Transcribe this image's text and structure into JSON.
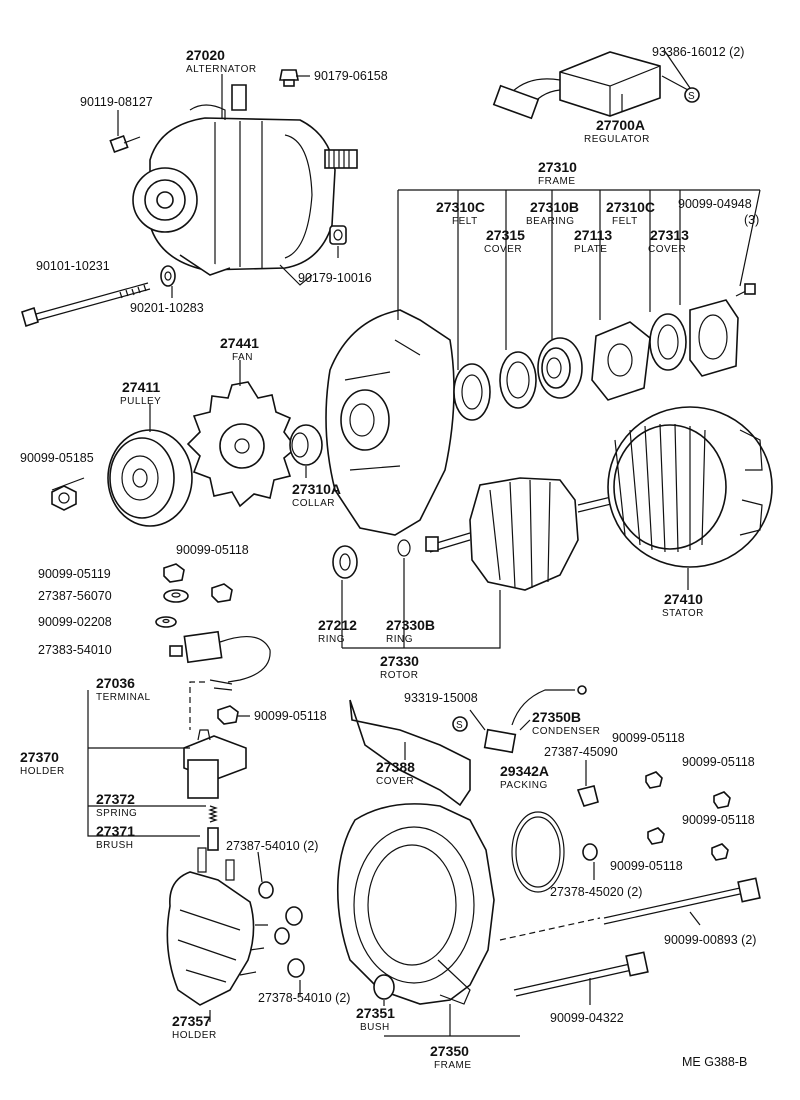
{
  "diagram_code": "ME  G388-B",
  "labels": {
    "alternator": {
      "num": "27020",
      "name": "ALTERNATOR"
    },
    "p90179_06158": {
      "num": "90179-06158"
    },
    "p93386_16012": {
      "num": "93386-16012 (2)"
    },
    "regulator": {
      "num": "27700A",
      "name": "REGULATOR"
    },
    "p90119_08127": {
      "num": "90119-08127"
    },
    "frame_top": {
      "num": "27310",
      "name": "FRAME"
    },
    "felt_a": {
      "num": "27310C",
      "name": "FELT"
    },
    "bearing": {
      "num": "27310B",
      "name": "BEARING"
    },
    "felt_b": {
      "num": "27310C",
      "name": "FELT"
    },
    "p90099_04948": {
      "num": "90099-04948",
      "name": "(3)"
    },
    "cover_a": {
      "num": "27315",
      "name": "COVER"
    },
    "plate": {
      "num": "27113",
      "name": "PLATE"
    },
    "cover_b": {
      "num": "27313",
      "name": "COVER"
    },
    "p90101_10231": {
      "num": "90101-10231"
    },
    "p90179_10016": {
      "num": "90179-10016"
    },
    "p90201_10283": {
      "num": "90201-10283"
    },
    "fan": {
      "num": "27441",
      "name": "FAN"
    },
    "pulley": {
      "num": "27411",
      "name": "PULLEY"
    },
    "p90099_05185": {
      "num": "90099-05185"
    },
    "collar": {
      "num": "27310A",
      "name": "COLLAR"
    },
    "p90099_05118_a": {
      "num": "90099-05118"
    },
    "p90099_05119": {
      "num": "90099-05119"
    },
    "p27387_56070": {
      "num": "27387-56070"
    },
    "p90099_02208": {
      "num": "90099-02208"
    },
    "p27383_54010": {
      "num": "27383-54010"
    },
    "ring_a": {
      "num": "27212",
      "name": "RING"
    },
    "ring_b": {
      "num": "27330B",
      "name": "RING"
    },
    "rotor": {
      "num": "27330",
      "name": "ROTOR"
    },
    "stator": {
      "num": "27410",
      "name": "STATOR"
    },
    "terminal": {
      "num": "27036",
      "name": "TERMINAL"
    },
    "p90099_05118_b": {
      "num": "90099-05118"
    },
    "p93319_15008": {
      "num": "93319-15008"
    },
    "condenser": {
      "num": "27350B",
      "name": "CONDENSER"
    },
    "holder": {
      "num": "27370",
      "name": "HOLDER"
    },
    "cover_c": {
      "num": "27388",
      "name": "COVER"
    },
    "p27387_45090": {
      "num": "27387-45090"
    },
    "packing": {
      "num": "29342A",
      "name": "PACKING"
    },
    "p90099_05118_c": {
      "num": "90099-05118"
    },
    "p90099_05118_d": {
      "num": "90099-05118"
    },
    "p90099_05118_e": {
      "num": "90099-05118"
    },
    "p90099_05118_f": {
      "num": "90099-05118"
    },
    "spring": {
      "num": "27372",
      "name": "SPRING"
    },
    "brush": {
      "num": "27371",
      "name": "BRUSH"
    },
    "p27387_54010": {
      "num": "27387-54010 (2)"
    },
    "p27378_45020": {
      "num": "27378-45020 (2)"
    },
    "p90099_00893": {
      "num": "90099-00893 (2)"
    },
    "p27378_54010": {
      "num": "27378-54010 (2)"
    },
    "holder_b": {
      "num": "27357",
      "name": "HOLDER"
    },
    "bush": {
      "num": "27351",
      "name": "BUSH"
    },
    "p90099_04322": {
      "num": "90099-04322"
    },
    "frame_bottom": {
      "num": "27350",
      "name": "FRAME"
    }
  }
}
